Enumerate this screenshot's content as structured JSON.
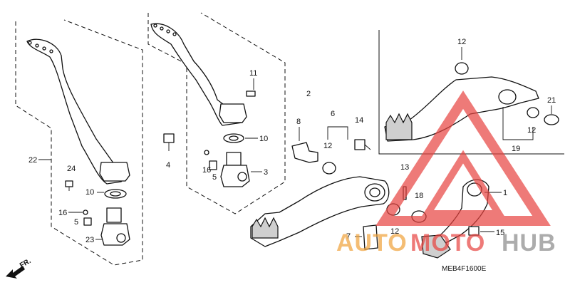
{
  "diagram": {
    "diagram_code": "MEB4F1600E",
    "direction_label": "FR.",
    "watermark": {
      "text_a": "AUTO",
      "text_b": "MOTO",
      "text_c": "HUB",
      "color_red": "#e8433f",
      "color_orange": "#f0a23a",
      "color_gray": "#8a8a8a"
    },
    "callouts": [
      {
        "id": "c22",
        "label": "22"
      },
      {
        "id": "c24",
        "label": "24"
      },
      {
        "id": "c10a",
        "label": "10"
      },
      {
        "id": "c16a",
        "label": "16"
      },
      {
        "id": "c5a",
        "label": "5"
      },
      {
        "id": "c23",
        "label": "23"
      },
      {
        "id": "c4",
        "label": "4"
      },
      {
        "id": "c11",
        "label": "11"
      },
      {
        "id": "c10b",
        "label": "10"
      },
      {
        "id": "c16b",
        "label": "16"
      },
      {
        "id": "c5b",
        "label": "5"
      },
      {
        "id": "c3",
        "label": "3"
      },
      {
        "id": "c2",
        "label": "2"
      },
      {
        "id": "c8",
        "label": "8"
      },
      {
        "id": "c6",
        "label": "6"
      },
      {
        "id": "c14",
        "label": "14"
      },
      {
        "id": "c12a",
        "label": "12"
      },
      {
        "id": "c13",
        "label": "13"
      },
      {
        "id": "c18",
        "label": "18"
      },
      {
        "id": "c12b",
        "label": "12"
      },
      {
        "id": "c7",
        "label": "7"
      },
      {
        "id": "c1",
        "label": "1"
      },
      {
        "id": "c15",
        "label": "15"
      },
      {
        "id": "c12c",
        "label": "12"
      },
      {
        "id": "c21",
        "label": "21"
      },
      {
        "id": "c12d",
        "label": "12"
      },
      {
        "id": "c19",
        "label": "19"
      }
    ]
  }
}
